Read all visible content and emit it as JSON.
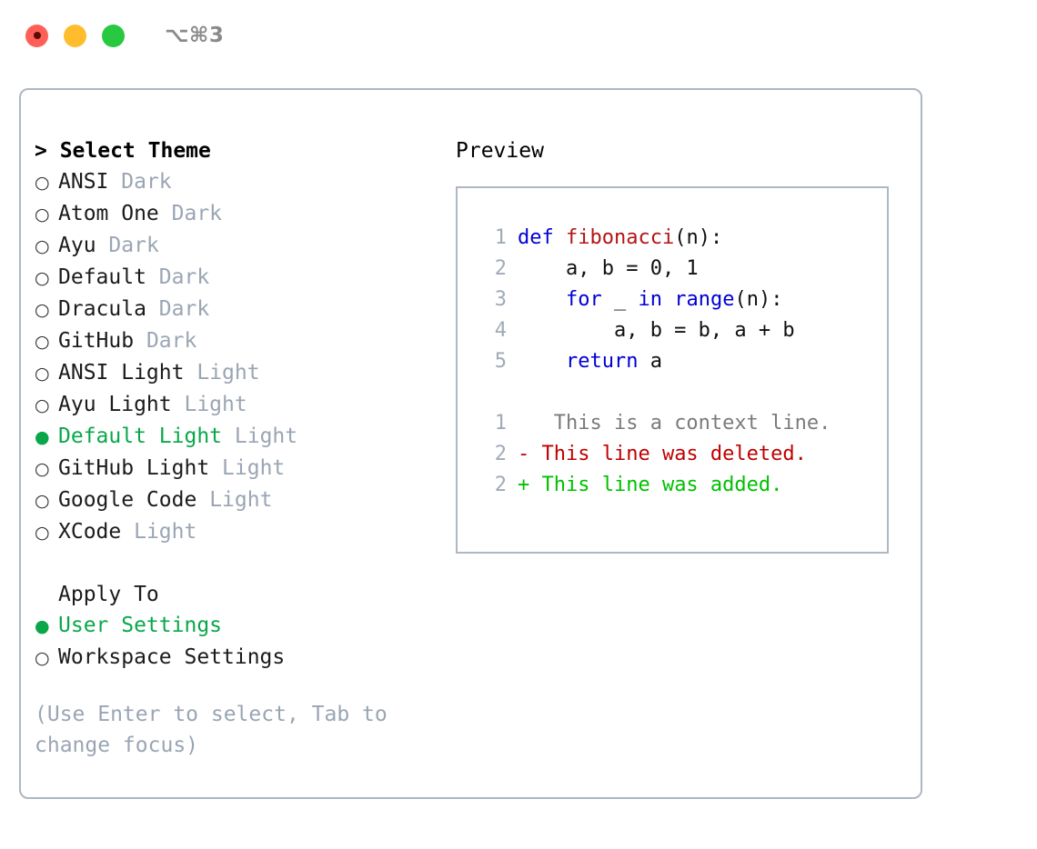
{
  "titlebar": {
    "shortcut": "⌥⌘3",
    "buttons": [
      {
        "name": "close",
        "color": "#ff5f57"
      },
      {
        "name": "minimize",
        "color": "#ffbd2e"
      },
      {
        "name": "maximize",
        "color": "#28c840"
      }
    ]
  },
  "theme_list": {
    "header": "> Select Theme",
    "items": [
      {
        "marker": "○",
        "name": "ANSI",
        "variant": "Dark",
        "selected": false
      },
      {
        "marker": "○",
        "name": "Atom One",
        "variant": "Dark",
        "selected": false
      },
      {
        "marker": "○",
        "name": "Ayu",
        "variant": "Dark",
        "selected": false
      },
      {
        "marker": "○",
        "name": "Default",
        "variant": "Dark",
        "selected": false
      },
      {
        "marker": "○",
        "name": "Dracula",
        "variant": "Dark",
        "selected": false
      },
      {
        "marker": "○",
        "name": "GitHub",
        "variant": "Dark",
        "selected": false
      },
      {
        "marker": "○",
        "name": "ANSI Light",
        "variant": "Light",
        "selected": false
      },
      {
        "marker": "○",
        "name": "Ayu Light",
        "variant": "Light",
        "selected": false
      },
      {
        "marker": "●",
        "name": "Default Light",
        "variant": "Light",
        "selected": true
      },
      {
        "marker": "○",
        "name": "GitHub Light",
        "variant": "Light",
        "selected": false
      },
      {
        "marker": "○",
        "name": "Google Code",
        "variant": "Light",
        "selected": false
      },
      {
        "marker": "○",
        "name": "XCode",
        "variant": "Light",
        "selected": false
      }
    ]
  },
  "apply_to": {
    "header": "Apply To",
    "items": [
      {
        "marker": "●",
        "name": "User Settings",
        "selected": true
      },
      {
        "marker": "○",
        "name": "Workspace Settings",
        "selected": false
      }
    ]
  },
  "hint": "(Use Enter to select, Tab to change focus)",
  "preview": {
    "label": "Preview",
    "code_lines": [
      {
        "lineno": "1",
        "tokens": [
          {
            "text": "def ",
            "type": "kw"
          },
          {
            "text": "fibonacci",
            "type": "fn"
          },
          {
            "text": "(n):",
            "type": "plain"
          }
        ]
      },
      {
        "lineno": "2",
        "tokens": [
          {
            "text": "    a, b = 0, 1",
            "type": "plain"
          }
        ]
      },
      {
        "lineno": "3",
        "tokens": [
          {
            "text": "    ",
            "type": "plain"
          },
          {
            "text": "for",
            "type": "kw"
          },
          {
            "text": " _ ",
            "type": "plain"
          },
          {
            "text": "in",
            "type": "kw"
          },
          {
            "text": " ",
            "type": "plain"
          },
          {
            "text": "range",
            "type": "kw"
          },
          {
            "text": "(n):",
            "type": "plain"
          }
        ]
      },
      {
        "lineno": "4",
        "tokens": [
          {
            "text": "        a, b = b, a + b",
            "type": "plain"
          }
        ]
      },
      {
        "lineno": "5",
        "tokens": [
          {
            "text": "    ",
            "type": "plain"
          },
          {
            "text": "return",
            "type": "kw"
          },
          {
            "text": " a",
            "type": "plain"
          }
        ]
      }
    ],
    "diff_lines": [
      {
        "lineno": "1",
        "sign": " ",
        "text": "  This is a context line.",
        "kind": "context"
      },
      {
        "lineno": "2",
        "sign": "-",
        "text": " This line was deleted.",
        "kind": "del"
      },
      {
        "lineno": "2",
        "sign": "+",
        "text": " This line was added.",
        "kind": "add"
      }
    ]
  },
  "colors": {
    "accent_green": "#0aa74a",
    "diff_add": "#00c000",
    "diff_del": "#c00000",
    "keyword_blue": "#0000d6",
    "function_red": "#b31414",
    "muted": "#9aa5b4",
    "border": "#aeb7c2"
  }
}
